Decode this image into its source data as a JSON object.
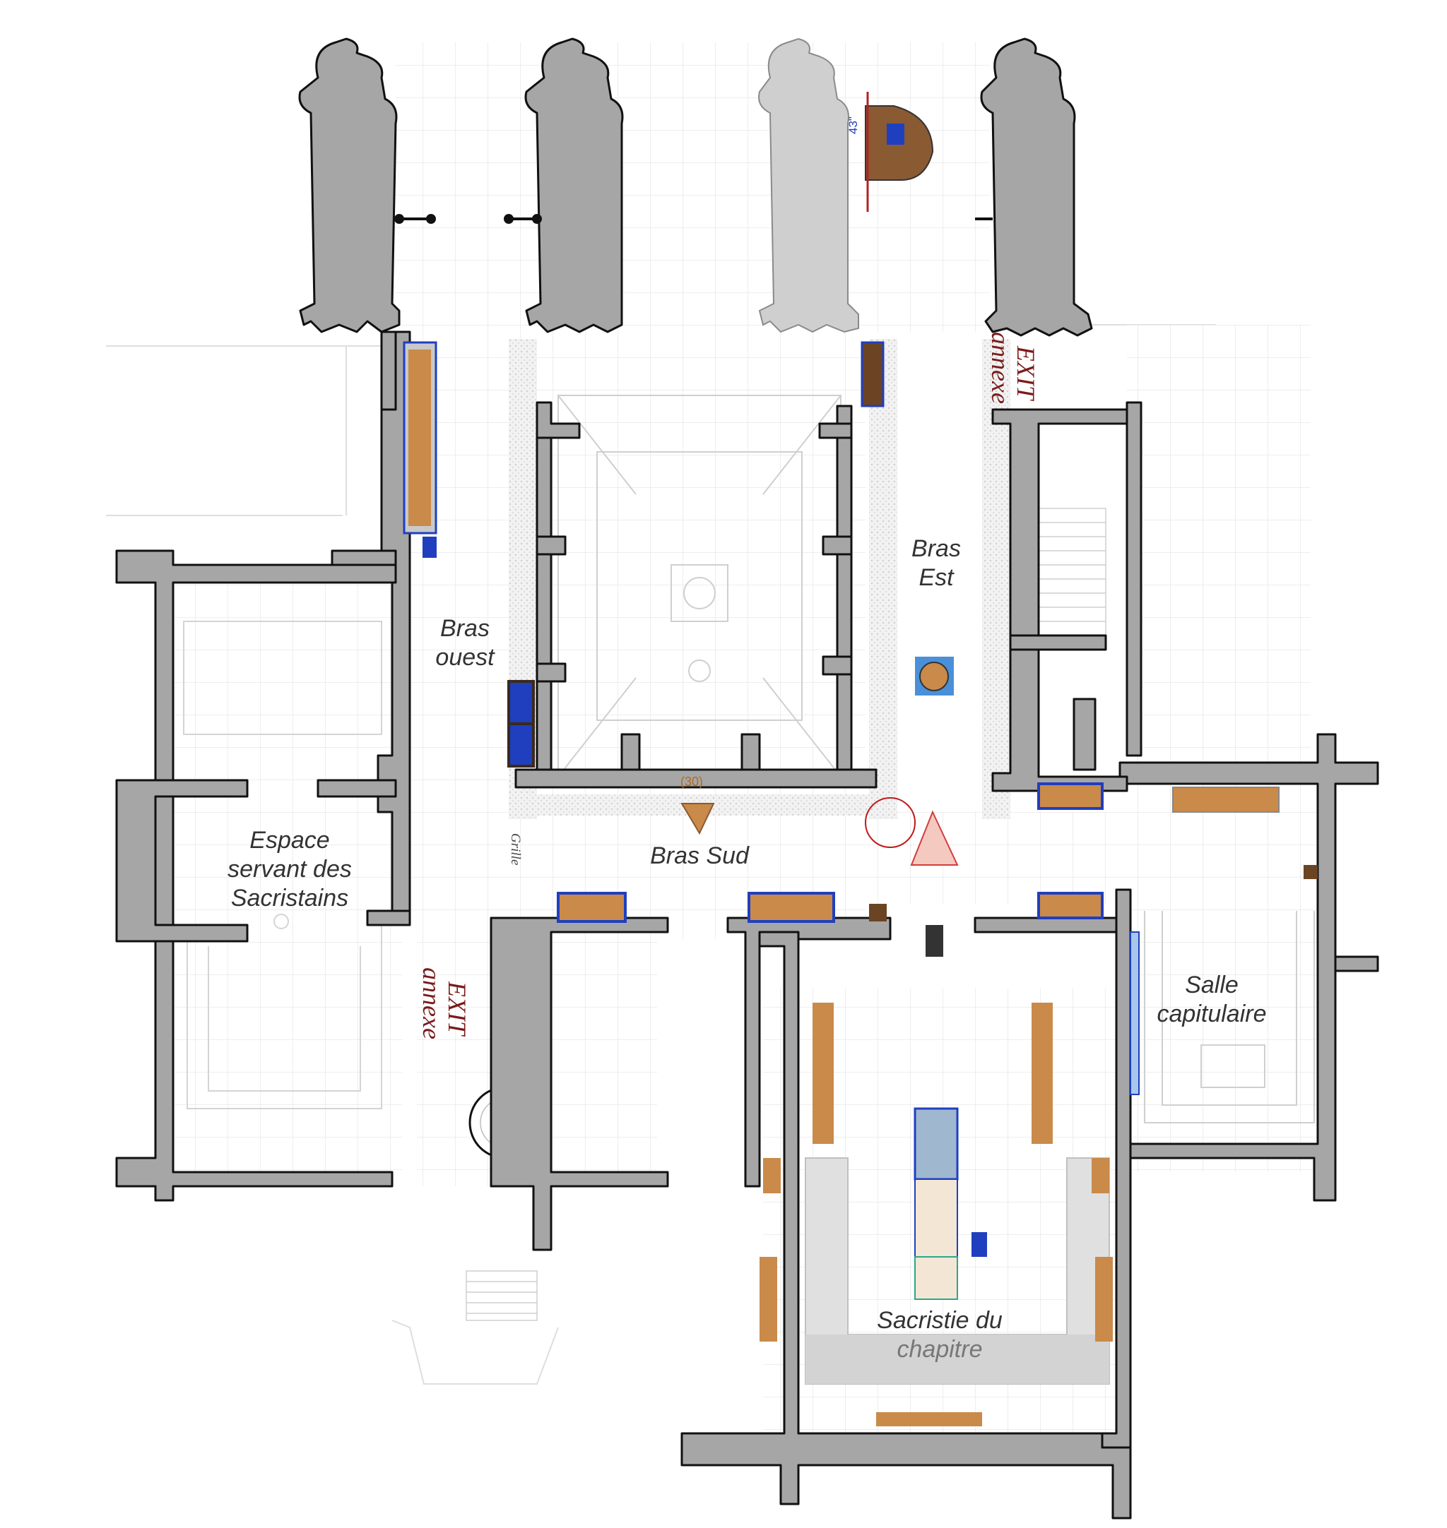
{
  "rooms": {
    "bras_ouest": [
      "Bras",
      "ouest"
    ],
    "bras_est": [
      "Bras",
      "Est"
    ],
    "bras_sud": "Bras Sud",
    "espace": [
      "Espace",
      "servant des",
      "Sacristains"
    ],
    "salle": [
      "Salle",
      "capitulaire"
    ],
    "sacristie": [
      "Sacristie du",
      "chapitre"
    ]
  },
  "exits": {
    "exit_label": "EXIT",
    "annexe_label": "annexe"
  },
  "markers": {
    "grille": "Grille",
    "station_number": "(30)",
    "dimension": "43\""
  },
  "colors": {
    "wall": "#a6a6a6",
    "wall_stroke": "#111111",
    "tower_light": "#cfcfcf",
    "exhibit_blue": "#1f3fbf",
    "exhibit_brown": "#b07a45",
    "exit_red": "#7a1a1a",
    "station_orange": "#c98a4a"
  }
}
